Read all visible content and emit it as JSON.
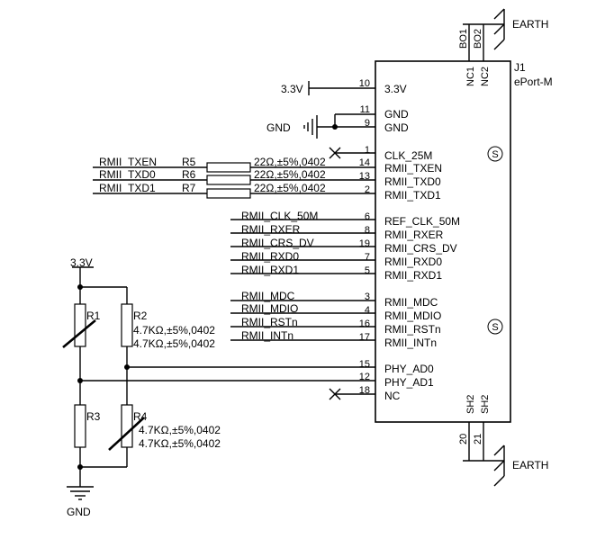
{
  "labels": {
    "earth_top": "EARTH",
    "earth_bottom": "EARTH",
    "bo1": "BO1",
    "bo2": "BO2",
    "nc1": "NC1",
    "nc2": "NC2",
    "sh2_left": "SH2",
    "sh2_right": "SH2",
    "pin_20": "20",
    "pin_21": "21",
    "ref_j1": "J1",
    "part_j1": "ePort-M",
    "power_33v": "3.3V",
    "power_33v_left": "3.3V",
    "gnd_label": "GND",
    "gnd_bottom": "GND",
    "shield_mark": "S"
  },
  "connector_left_pins": [
    {
      "num": "10",
      "name": "3.3V"
    },
    {
      "num": "11",
      "name": "GND"
    },
    {
      "num": "9",
      "name": "GND"
    },
    {
      "num": "1",
      "name": "CLK_25M"
    },
    {
      "num": "14",
      "name": "RMII_TXEN"
    },
    {
      "num": "13",
      "name": "RMII_TXD0"
    },
    {
      "num": "2",
      "name": "RMII_TXD1"
    },
    {
      "num": "6",
      "name": "REF_CLK_50M"
    },
    {
      "num": "8",
      "name": "RMII_RXER"
    },
    {
      "num": "19",
      "name": "RMII_CRS_DV"
    },
    {
      "num": "7",
      "name": "RMII_RXD0"
    },
    {
      "num": "5",
      "name": "RMII_RXD1"
    },
    {
      "num": "3",
      "name": "RMII_MDC"
    },
    {
      "num": "4",
      "name": "RMII_MDIO"
    },
    {
      "num": "16",
      "name": "RMII_RSTn"
    },
    {
      "num": "17",
      "name": "RMII_INTn"
    },
    {
      "num": "15",
      "name": "PHY_AD0"
    },
    {
      "num": "12",
      "name": "PHY_AD1"
    },
    {
      "num": "18",
      "name": "NC"
    }
  ],
  "tx_nets": [
    {
      "net": "RMII_TXEN",
      "ref": "R5",
      "value": "22Ω,±5%,0402"
    },
    {
      "net": "RMII_TXD0",
      "ref": "R6",
      "value": "22Ω,±5%,0402"
    },
    {
      "net": "RMII_TXD1",
      "ref": "R7",
      "value": "22Ω,±5%,0402"
    }
  ],
  "rx_nets": [
    "RMII_CLK_50M",
    "RMII_RXER",
    "RMII_CRS_DV",
    "RMII_RXD0",
    "RMII_RXD1"
  ],
  "mgmt_nets": [
    "RMII_MDC",
    "RMII_MDIO",
    "RMII_RSTn",
    "RMII_INTn"
  ],
  "resistors": {
    "r1": "R1",
    "r2": "R2",
    "r3": "R3",
    "r4": "R4",
    "r2_value_1": "4.7KΩ,±5%,0402",
    "r2_value_2": "4.7KΩ,±5%,0402",
    "r4_value_1": "4.7KΩ,±5%,0402",
    "r4_value_2": "4.7KΩ,±5%,0402"
  }
}
